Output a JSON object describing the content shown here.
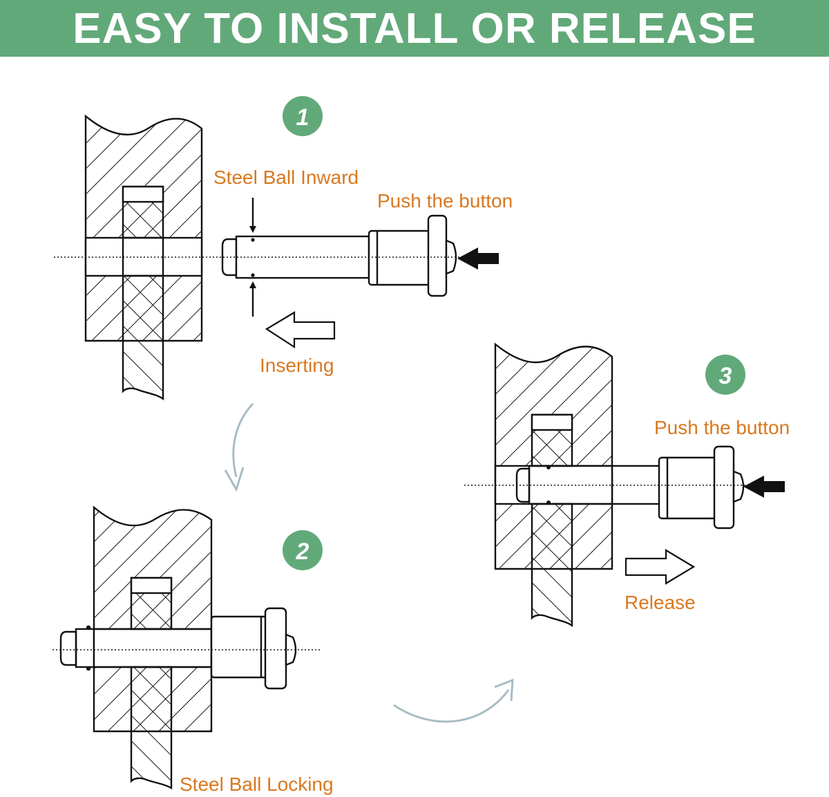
{
  "title": "EASY TO INSTALL OR RELEASE",
  "colors": {
    "banner": "#62a97a",
    "step_badge": "#62a97a",
    "label": "#d9781f",
    "flow_arrow": "#a8bcc4",
    "line": "#111111"
  },
  "steps": [
    {
      "number": "1",
      "labels": {
        "steel_ball": "Steel Ball Inward",
        "push": "Push the button",
        "action": "Inserting"
      }
    },
    {
      "number": "2",
      "labels": {
        "steel_ball": "Steel Ball Locking"
      }
    },
    {
      "number": "3",
      "labels": {
        "push": "Push the button",
        "action": "Release"
      }
    }
  ]
}
